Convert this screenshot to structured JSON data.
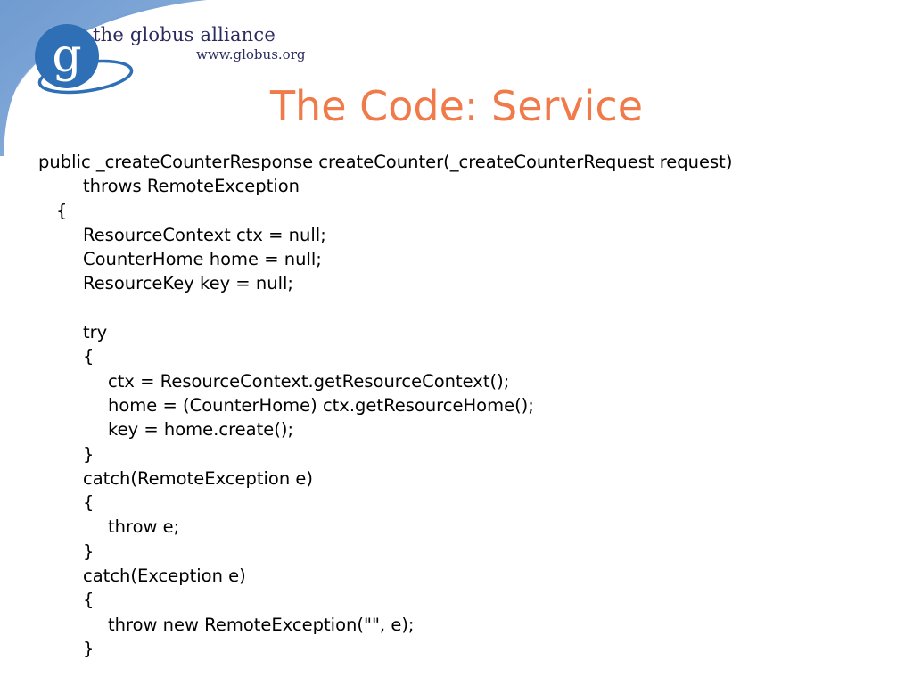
{
  "brand": {
    "name": "the globus alliance",
    "url": "www.globus.org",
    "logo_letter": "g"
  },
  "colors": {
    "title": "#f07a4a",
    "brand_text": "#2b2b5e",
    "logo_blue": "#2f6fb5",
    "swoosh": "#7fa6d6"
  },
  "slide": {
    "title": "The Code: Service"
  },
  "code": {
    "lines": [
      {
        "indent": 0,
        "text": "public _createCounterResponse createCounter(_createCounterRequest request)"
      },
      {
        "indent": 2,
        "text": "throws RemoteException"
      },
      {
        "indent": 1,
        "text": "{"
      },
      {
        "indent": 2,
        "text": "ResourceContext ctx = null;"
      },
      {
        "indent": 2,
        "text": "CounterHome home = null;"
      },
      {
        "indent": 2,
        "text": "ResourceKey key = null;"
      },
      {
        "indent": 2,
        "text": ""
      },
      {
        "indent": 2,
        "text": "try"
      },
      {
        "indent": 2,
        "text": "{"
      },
      {
        "indent": 3,
        "text": "ctx = ResourceContext.getResourceContext();"
      },
      {
        "indent": 3,
        "text": "home = (CounterHome) ctx.getResourceHome();"
      },
      {
        "indent": 3,
        "text": "key = home.create();"
      },
      {
        "indent": 2,
        "text": "}"
      },
      {
        "indent": 2,
        "text": "catch(RemoteException e)"
      },
      {
        "indent": 2,
        "text": "{"
      },
      {
        "indent": 3,
        "text": "throw e;"
      },
      {
        "indent": 2,
        "text": "}"
      },
      {
        "indent": 2,
        "text": "catch(Exception e)"
      },
      {
        "indent": 2,
        "text": "{"
      },
      {
        "indent": 3,
        "text": "throw new RemoteException(\"\", e);"
      },
      {
        "indent": 2,
        "text": "}"
      }
    ]
  }
}
